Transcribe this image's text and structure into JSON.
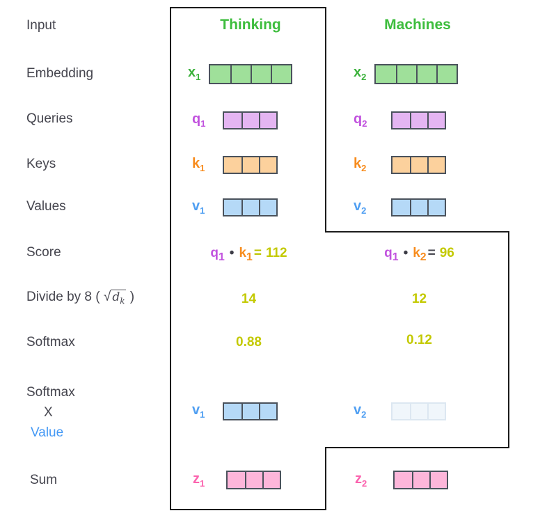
{
  "title_row": {
    "thinking": "Thinking",
    "machines": "Machines"
  },
  "row_labels": {
    "input": "Input",
    "embedding": "Embedding",
    "queries": "Queries",
    "keys": "Keys",
    "values": "Values",
    "score": "Score",
    "divide": {
      "prefix": "Divide by 8 ( ",
      "sqrt": "√",
      "d": "d",
      "k_sub": "k",
      "suffix": " )"
    },
    "softmax": "Softmax",
    "softmax_x_value": {
      "line1": "Softmax",
      "line2": "X",
      "line3": "Value"
    },
    "sum": "Sum"
  },
  "vectors": {
    "x1": {
      "name": "x",
      "sub": "1",
      "cells": 4,
      "fill": "#9fe09a",
      "border": "#4a525c",
      "label_color": "#3cb23c"
    },
    "x2": {
      "name": "x",
      "sub": "2",
      "cells": 4,
      "fill": "#9fe09a",
      "border": "#4a525c",
      "label_color": "#3cb23c"
    },
    "q1": {
      "name": "q",
      "sub": "1",
      "cells": 3,
      "fill": "#e4b5f2",
      "border": "#4a525c",
      "label_color": "#c152de"
    },
    "q2": {
      "name": "q",
      "sub": "2",
      "cells": 3,
      "fill": "#e4b5f2",
      "border": "#4a525c",
      "label_color": "#c152de"
    },
    "k1": {
      "name": "k",
      "sub": "1",
      "cells": 3,
      "fill": "#fcd19d",
      "border": "#4a525c",
      "label_color": "#f78c1e"
    },
    "k2": {
      "name": "k",
      "sub": "2",
      "cells": 3,
      "fill": "#fcd19d",
      "border": "#4a525c",
      "label_color": "#f78c1e"
    },
    "v1": {
      "name": "v",
      "sub": "1",
      "cells": 3,
      "fill": "#b5d9f7",
      "border": "#4a525c",
      "label_color": "#509ff2"
    },
    "v2": {
      "name": "v",
      "sub": "2",
      "cells": 3,
      "fill": "#b5d9f7",
      "border": "#4a525c",
      "label_color": "#509ff2"
    },
    "v1w": {
      "name": "v",
      "sub": "1",
      "cells": 3,
      "fill": "#b5d9f7",
      "border": "#4a525c",
      "label_color": "#509ff2"
    },
    "v2w": {
      "name": "v",
      "sub": "2",
      "cells": 3,
      "fill": "#f0f6fb",
      "border": "#dce7f1",
      "label_color": "#509ff2"
    },
    "z1": {
      "name": "z",
      "sub": "1",
      "cells": 3,
      "fill": "#fdb6da",
      "border": "#4a525c",
      "label_color": "#fb63ae"
    },
    "z2": {
      "name": "z",
      "sub": "2",
      "cells": 3,
      "fill": "#fdb6da",
      "border": "#4a525c",
      "label_color": "#fb63ae"
    }
  },
  "score_row": {
    "s1": {
      "q": "q",
      "q_sub": "1",
      "dot": "•",
      "k": "k",
      "k_sub": "1",
      "equals": "=",
      "value": "112",
      "equals_color": "#bdc400"
    },
    "s2": {
      "q": "q",
      "q_sub": "1",
      "dot": "•",
      "k": "k",
      "k_sub": "2",
      "equals": "=",
      "value": "96",
      "equals_color": "#4a4a52"
    }
  },
  "divide_row": {
    "v1": "14",
    "v2": "12"
  },
  "softmax_row": {
    "v1": "0.88",
    "v2": "0.12"
  },
  "colors": {
    "header_green": "#3dbd3d",
    "label_dark": "#45454e",
    "yellow": "#c3c900",
    "value_blue": "#4599f5",
    "score_dot": "#3c3c46",
    "q_purple": "#c152de",
    "k_orange": "#f78c1e",
    "outline": "#1b1b1b"
  }
}
